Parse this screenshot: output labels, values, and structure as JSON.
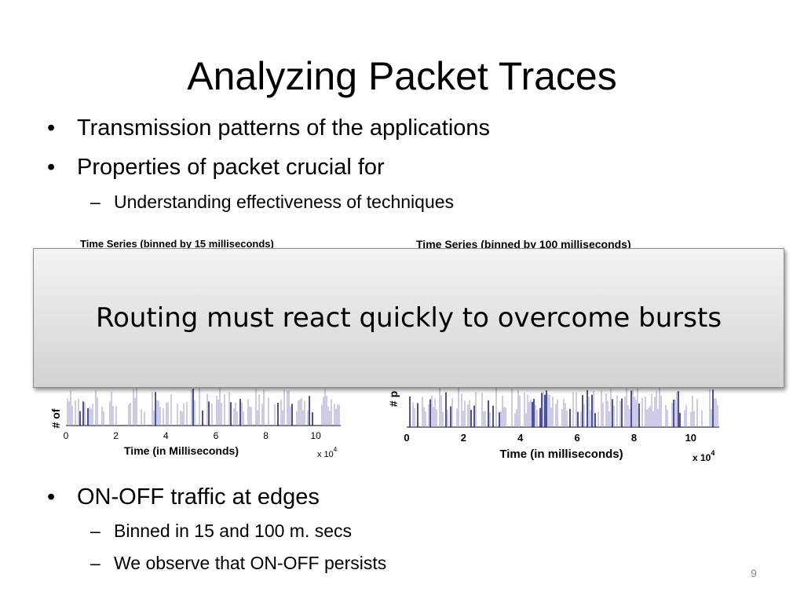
{
  "slide": {
    "title": "Analyzing Packet Traces",
    "bullets_top": [
      "Transmission patterns of the applications",
      "Properties of packet crucial for"
    ],
    "sub_top": "Understanding effectiveness of techniques",
    "bullet_bottom": "ON-OFF traffic at edges",
    "sub_bottom": [
      "Binned in 15 and 100 m. secs",
      "We observe that ON-OFF persists"
    ],
    "callout_text": "Routing must react quickly to overcome bursts",
    "page_number": "9",
    "bullet_glyph": "•",
    "dash_glyph": "–"
  },
  "chart_data": [
    {
      "type": "bar",
      "title": "Time Series (binned by 15 milliseconds)",
      "xlabel": "Time (in Milliseconds)",
      "ylabel": "# of",
      "xlim": [
        0,
        11
      ],
      "xticks": [
        "0",
        "2",
        "4",
        "6",
        "8",
        "10"
      ],
      "multiplier": "x 10",
      "multiplier_exp": "4",
      "bar_color": "#24248a"
    },
    {
      "type": "bar",
      "title": "Time Series (binned by 100 milliseconds)",
      "xlabel": "Time (in milliseconds)",
      "ylabel": "# p",
      "xlim": [
        0,
        11
      ],
      "xticks": [
        "0",
        "2",
        "4",
        "6",
        "8",
        "10"
      ],
      "multiplier": "x 10",
      "multiplier_exp": "4",
      "bar_color": "#24248a"
    }
  ]
}
